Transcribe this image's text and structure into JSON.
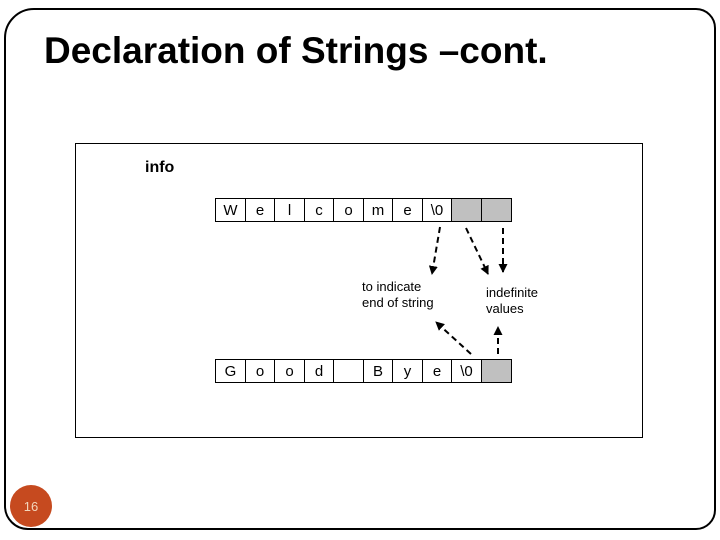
{
  "slide": {
    "title": "Declaration of Strings –cont.",
    "page_number": "16"
  },
  "diagram": {
    "label": "info",
    "arrays": [
      {
        "name": "welcome-string-array",
        "cells": [
          {
            "char": "W",
            "shaded": false
          },
          {
            "char": "e",
            "shaded": false
          },
          {
            "char": "l",
            "shaded": false
          },
          {
            "char": "c",
            "shaded": false
          },
          {
            "char": "o",
            "shaded": false
          },
          {
            "char": "m",
            "shaded": false
          },
          {
            "char": "e",
            "shaded": false
          },
          {
            "char": "\\0",
            "shaded": false
          },
          {
            "char": "",
            "shaded": true
          },
          {
            "char": "",
            "shaded": true
          }
        ]
      },
      {
        "name": "goodbye-string-array",
        "cells": [
          {
            "char": "G",
            "shaded": false
          },
          {
            "char": "o",
            "shaded": false
          },
          {
            "char": "o",
            "shaded": false
          },
          {
            "char": "d",
            "shaded": false
          },
          {
            "char": "",
            "shaded": false
          },
          {
            "char": "B",
            "shaded": false
          },
          {
            "char": "y",
            "shaded": false
          },
          {
            "char": "e",
            "shaded": false
          },
          {
            "char": "\\0",
            "shaded": false
          },
          {
            "char": "",
            "shaded": true
          }
        ]
      }
    ],
    "annotations": {
      "end_of_string_line1": "to indicate",
      "end_of_string_line2": "end of string",
      "indefinite_line1": "indefinite",
      "indefinite_line2": "values"
    }
  },
  "colors": {
    "unused_cell_fill": "#c0c0c0",
    "page_circle": "#c64a1f",
    "page_number_text": "#f2d6bc",
    "border": "#000000"
  }
}
